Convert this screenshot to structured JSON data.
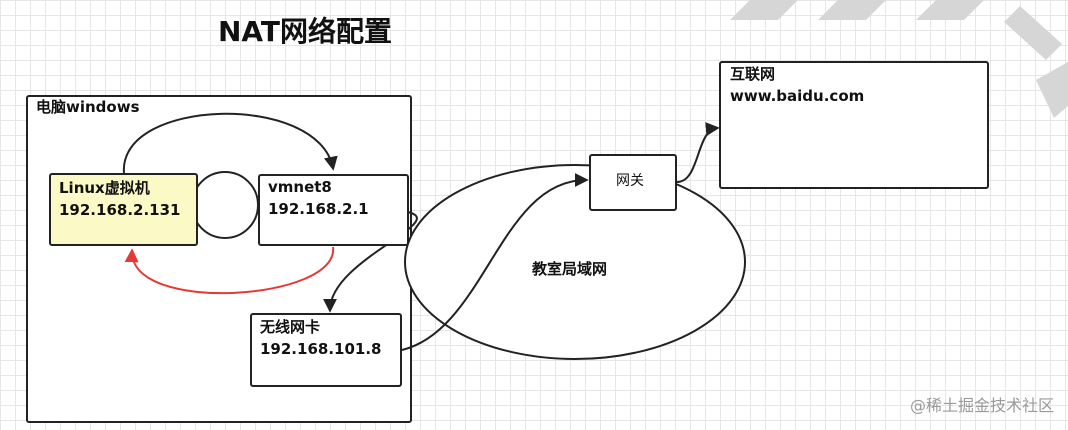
{
  "title": "NAT网络配置",
  "host": {
    "label": "电脑windows"
  },
  "linux_vm": {
    "name": "Linux虚拟机",
    "ip": "192.168.2.131"
  },
  "vmnet8": {
    "name": "vmnet8",
    "ip": "192.168.2.1"
  },
  "wireless_nic": {
    "name": "无线网卡",
    "ip": "192.168.101.8"
  },
  "classroom_lan": {
    "label": "教室局域网"
  },
  "gateway": {
    "label": "网关"
  },
  "internet": {
    "name": "互联网",
    "url": "www.baidu.com"
  },
  "watermark": "@稀土掘金技术社区",
  "colors": {
    "vm_fill": "#fbfac6",
    "return_arrow": "#e53935",
    "line": "#222222"
  }
}
